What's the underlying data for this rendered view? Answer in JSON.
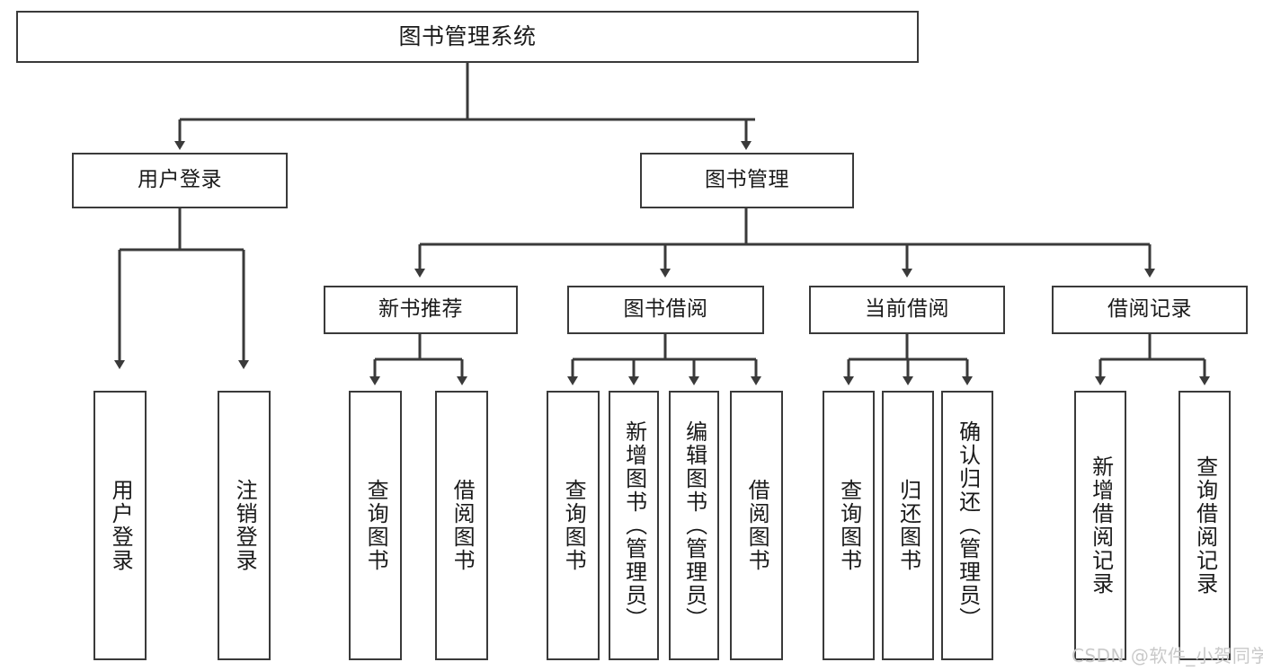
{
  "diagram": {
    "title": "图书管理系统",
    "watermark": "CSDN @软件_小贺同学",
    "line_color": "#3a3a3a",
    "box_border_color": "#3a3a3a",
    "background": "#ffffff",
    "root": {
      "label": "图书管理系统"
    },
    "level2": [
      {
        "label": "用户登录"
      },
      {
        "label": "图书管理"
      }
    ],
    "level3": [
      {
        "label": "新书推荐"
      },
      {
        "label": "图书借阅"
      },
      {
        "label": "当前借阅"
      },
      {
        "label": "借阅记录"
      }
    ],
    "leaves": {
      "user_login": [
        {
          "label": "用户登录"
        },
        {
          "label": "注销登录"
        }
      ],
      "new_book_recommend": [
        {
          "label": "查询图书"
        },
        {
          "label": "借阅图书"
        }
      ],
      "book_borrow": [
        {
          "label": "查询图书"
        },
        {
          "label": "新增图书（管理员）"
        },
        {
          "label": "编辑图书（管理员）"
        },
        {
          "label": "借阅图书"
        }
      ],
      "current_borrow": [
        {
          "label": "查询图书"
        },
        {
          "label": "归还图书"
        },
        {
          "label": "确认归还（管理员）"
        }
      ],
      "borrow_record": [
        {
          "label": "新增借阅记录"
        },
        {
          "label": "查询借阅记录"
        }
      ]
    }
  }
}
